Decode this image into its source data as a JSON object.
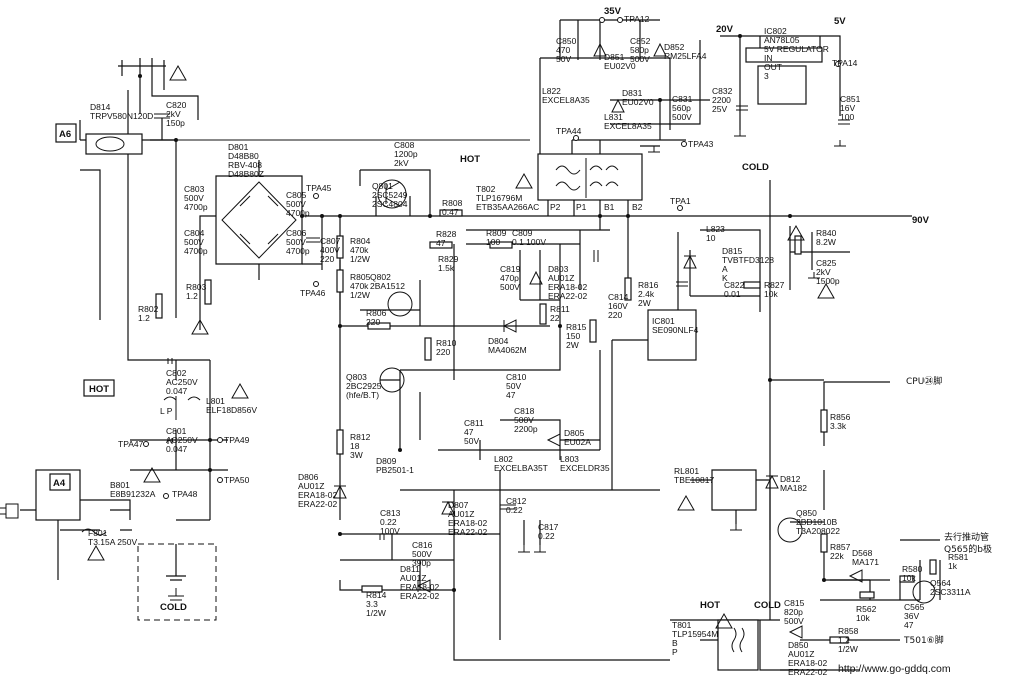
{
  "rails": {
    "v35": "35V",
    "v20": "20V",
    "v5": "5V",
    "v90": "90V"
  },
  "zones": {
    "hot_center": "HOT",
    "cold_right": "COLD",
    "hot_box": "HOT",
    "cold_bottom": "COLD",
    "hot_t801": "HOT",
    "cold_t801": "COLD"
  },
  "connectors": {
    "a6": "A6",
    "a4": "A4"
  },
  "signals": {
    "cpu": "CPU㉔脚",
    "t501": "T501⑥脚",
    "drive1": "去行推动管",
    "drive2": "Q565的b极",
    "website": "http://www.go-gddq.com"
  },
  "components": {
    "d814": [
      "D814",
      "TRPV580N120D"
    ],
    "c820": [
      "C820",
      "2kV",
      "150p"
    ],
    "d801": [
      "D801",
      "D48B80",
      "RBV-408",
      "D48B80Z"
    ],
    "c803": [
      "C803",
      "500V",
      "4700p"
    ],
    "c805": [
      "C805",
      "500V",
      "4700p"
    ],
    "c804": [
      "C804",
      "500V",
      "4700p"
    ],
    "c806": [
      "C806",
      "500V",
      "4700p"
    ],
    "c807": [
      "C807",
      "400V",
      "220"
    ],
    "tpa45": "TPA45",
    "tpa46": "TPA46",
    "r804": [
      "R804",
      "470k",
      "1/2W"
    ],
    "r805": [
      "R805",
      "470k",
      "1/2W"
    ],
    "c808": [
      "C808",
      "1200p",
      "2kV"
    ],
    "q801": [
      "Q801",
      "2SC5249",
      "2SC4804"
    ],
    "r808": [
      "R808",
      "0.47"
    ],
    "r828": [
      "R828",
      "47"
    ],
    "r829": [
      "R829",
      "1.5k"
    ],
    "r809": [
      "R809",
      "100"
    ],
    "c809": [
      "C809",
      "0.1 100V"
    ],
    "t802": [
      "T802",
      "TLP16796M",
      "ETB35AA266AC"
    ],
    "t802_pins": [
      "P2",
      "P1",
      "B1",
      "B2"
    ],
    "tpa44": "TPA44",
    "tpa43": "TPA43",
    "tpa12": "TPA12",
    "tpa14": "TPA14",
    "tpa1": "TPA1",
    "c850": [
      "C850",
      "470",
      "50V"
    ],
    "d851": [
      "D851",
      "EU02V0"
    ],
    "c852": [
      "C852",
      "580p",
      "500V"
    ],
    "d852": [
      "D852",
      "RM25LFA4"
    ],
    "l822": [
      "L822",
      "EXCEL8A35"
    ],
    "d831": [
      "D831",
      "EU02V0"
    ],
    "c831": [
      "C831",
      "560p",
      "500V"
    ],
    "l831": [
      "L831",
      "EXCEL8A35"
    ],
    "c832": [
      "C832",
      "2200",
      "25V"
    ],
    "ic802": [
      "IC802",
      "AN78L05",
      "5V REGULATOR",
      "IN",
      "OUT",
      "3"
    ],
    "c851": [
      "C851",
      "16V",
      "100"
    ],
    "l823": [
      "L823",
      "10"
    ],
    "d815": [
      "D815",
      "TVBTFD3128",
      "A",
      "K"
    ],
    "c822": [
      "C822",
      "0.01"
    ],
    "r827": [
      "R827",
      "10k"
    ],
    "r840": [
      "R840",
      "8.2W"
    ],
    "c825": [
      "C825",
      "2kV",
      "1500p"
    ],
    "r802": [
      "R802",
      "1.2"
    ],
    "r803": [
      "R803",
      "1.2"
    ],
    "q802": [
      "Q802",
      "2BA1512"
    ],
    "r806": [
      "R806",
      "220"
    ],
    "d803": [
      "D803",
      "AU01Z",
      "ERA18-02",
      "ERA22-02"
    ],
    "c819": [
      "C819",
      "470p",
      "500V"
    ],
    "r811": [
      "R811",
      "22"
    ],
    "d804": [
      "D804",
      "MA4062M"
    ],
    "r810": [
      "R810",
      "220"
    ],
    "c814": [
      "C814",
      "160V",
      "220"
    ],
    "r816": [
      "R816",
      "2.4k",
      "2W"
    ],
    "r815": [
      "R815",
      "150",
      "2W"
    ],
    "ic801": [
      "IC801",
      "SE090NLF4"
    ],
    "c802": [
      "C802",
      "AC250V",
      "0.047"
    ],
    "l801": [
      "L801",
      "ELF18D856V"
    ],
    "lp": "L P",
    "q803": [
      "Q803",
      "2BC2925",
      "(hfe/B.T)"
    ],
    "c810": [
      "C810",
      "50V",
      "47"
    ],
    "c801": [
      "C801",
      "AC250V",
      "0.047"
    ],
    "tpa47": "TPA47",
    "tpa49": "TPA49",
    "tpa50": "TPA50",
    "tpa48": "TPA48",
    "r812": [
      "R812",
      "18",
      "3W"
    ],
    "c811": [
      "C811",
      "47",
      "50V"
    ],
    "c818": [
      "C818",
      "500V",
      "2200p"
    ],
    "d805": [
      "D805",
      "EU02A"
    ],
    "d809": [
      "D809",
      "PB2501-1"
    ],
    "l802": [
      "L802",
      "EXCELBA35T"
    ],
    "l803": [
      "L803",
      "EXCELDR35"
    ],
    "rl801": [
      "RL801",
      "TBE10817"
    ],
    "d812": [
      "D812",
      "MA182"
    ],
    "r856": [
      "R856",
      "3.3k"
    ],
    "b801": [
      "B801",
      "E8B91232A"
    ],
    "d806": [
      "D806",
      "AU01Z",
      "ERA18-02",
      "ERA22-02"
    ],
    "d807": [
      "D807",
      "AU01Z",
      "ERA18-02",
      "ERA22-02"
    ],
    "c812": [
      "C812",
      "0.22"
    ],
    "c817": [
      "C817",
      "0.22"
    ],
    "c813": [
      "C813",
      "0.22",
      "100V"
    ],
    "q850": [
      "Q850",
      "2BD1010B",
      "T3A208022"
    ],
    "r857": [
      "R857",
      "22k"
    ],
    "f801": [
      "F801",
      "T3.15A 250V"
    ],
    "c816": [
      "C816",
      "500V",
      "390p"
    ],
    "d811": [
      "D811",
      "AU01Z",
      "ERA18-02",
      "ERA22-02"
    ],
    "r814": [
      "R814",
      "3.3",
      "1/2W"
    ],
    "d568": [
      "D568",
      "MA171"
    ],
    "r580": [
      "R580",
      "10k"
    ],
    "r581": [
      "R581",
      "1k"
    ],
    "q564": [
      "Q564",
      "2SC3311A"
    ],
    "r562": [
      "R562",
      "10k"
    ],
    "c565": [
      "C565",
      "36V",
      "47"
    ],
    "c815": [
      "C815",
      "820p",
      "500V"
    ],
    "t801": [
      "T801",
      "TLP15954M",
      "B",
      "P"
    ],
    "d850": [
      "D850",
      "AU01Z",
      "ERA18-02",
      "ERA22-02"
    ],
    "r858": [
      "R858",
      "1.2",
      "1/2W"
    ]
  }
}
